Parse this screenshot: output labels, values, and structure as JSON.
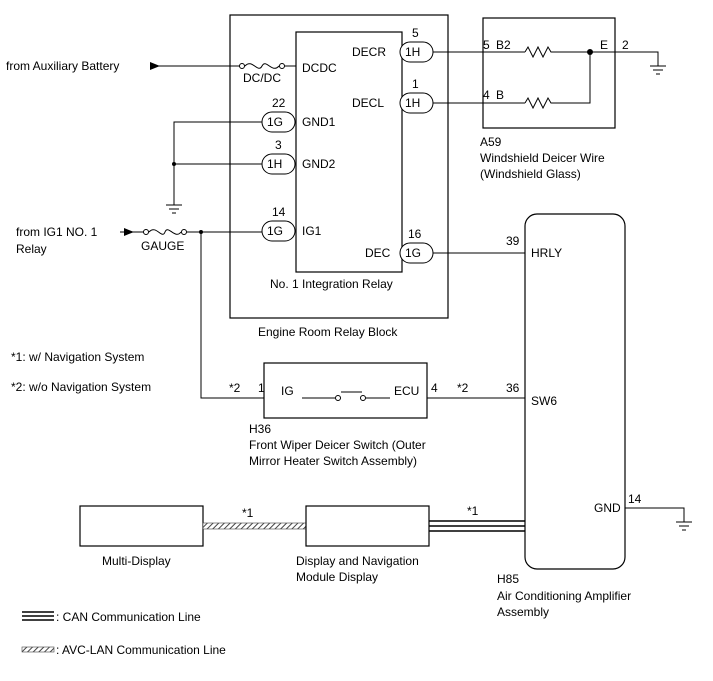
{
  "sources": {
    "aux_battery": "from Auxiliary Battery",
    "ig1_relay_1": "from IG1 NO. 1",
    "ig1_relay_2": "Relay"
  },
  "fuses": {
    "dcdc": "DC/DC",
    "gauge": "GAUGE"
  },
  "relay": {
    "inner_label": "No. 1 Integration Relay",
    "outer_label": "Engine Room Relay Block",
    "terminals": {
      "dcdc": "DCDC",
      "gnd1": "GND1",
      "gnd2": "GND2",
      "ig1": "IG1",
      "decr": "DECR",
      "decl": "DECL",
      "dec": "DEC"
    },
    "pins": {
      "gnd1": {
        "num": "22",
        "conn": "1G"
      },
      "gnd2": {
        "num": "3",
        "conn": "1H"
      },
      "ig1": {
        "num": "14",
        "conn": "1G"
      },
      "decr": {
        "num": "5",
        "conn": "1H"
      },
      "decl": {
        "num": "1",
        "conn": "1H"
      },
      "dec": {
        "num": "16",
        "conn": "1G"
      }
    }
  },
  "deicer_wire": {
    "id": "A59",
    "name1": "Windshield Deicer Wire",
    "name2": "(Windshield Glass)",
    "pin_b2_num": "5",
    "pin_b2": "B2",
    "pin_b_num": "4",
    "pin_b": "B",
    "pin_e": "E",
    "pin_e_num": "2"
  },
  "switch": {
    "id": "H36",
    "name1": "Front Wiper Deicer Switch (Outer",
    "name2": "Mirror Heater Switch Assembly)",
    "ig": "IG",
    "ig_num": "1",
    "ecu": "ECU",
    "ecu_num": "4",
    "note_left": "*2",
    "note_right": "*2"
  },
  "amplifier": {
    "id": "H85",
    "name1": "Air Conditioning Amplifier",
    "name2": "Assembly",
    "hrly": "HRLY",
    "hrly_num": "39",
    "sw6": "SW6",
    "sw6_num": "36",
    "gnd": "GND",
    "gnd_num": "14"
  },
  "notes": {
    "n1": "*1: w/ Navigation System",
    "n2": "*2: w/o Navigation System"
  },
  "devices": {
    "multi_display": "Multi-Display",
    "nav1": "Display and Navigation",
    "nav2": "Module Display",
    "avc_mark": "*1",
    "can_mark": "*1"
  },
  "legend": {
    "can": ": CAN Communication Line",
    "avc": ": AVC-LAN Communication Line"
  }
}
